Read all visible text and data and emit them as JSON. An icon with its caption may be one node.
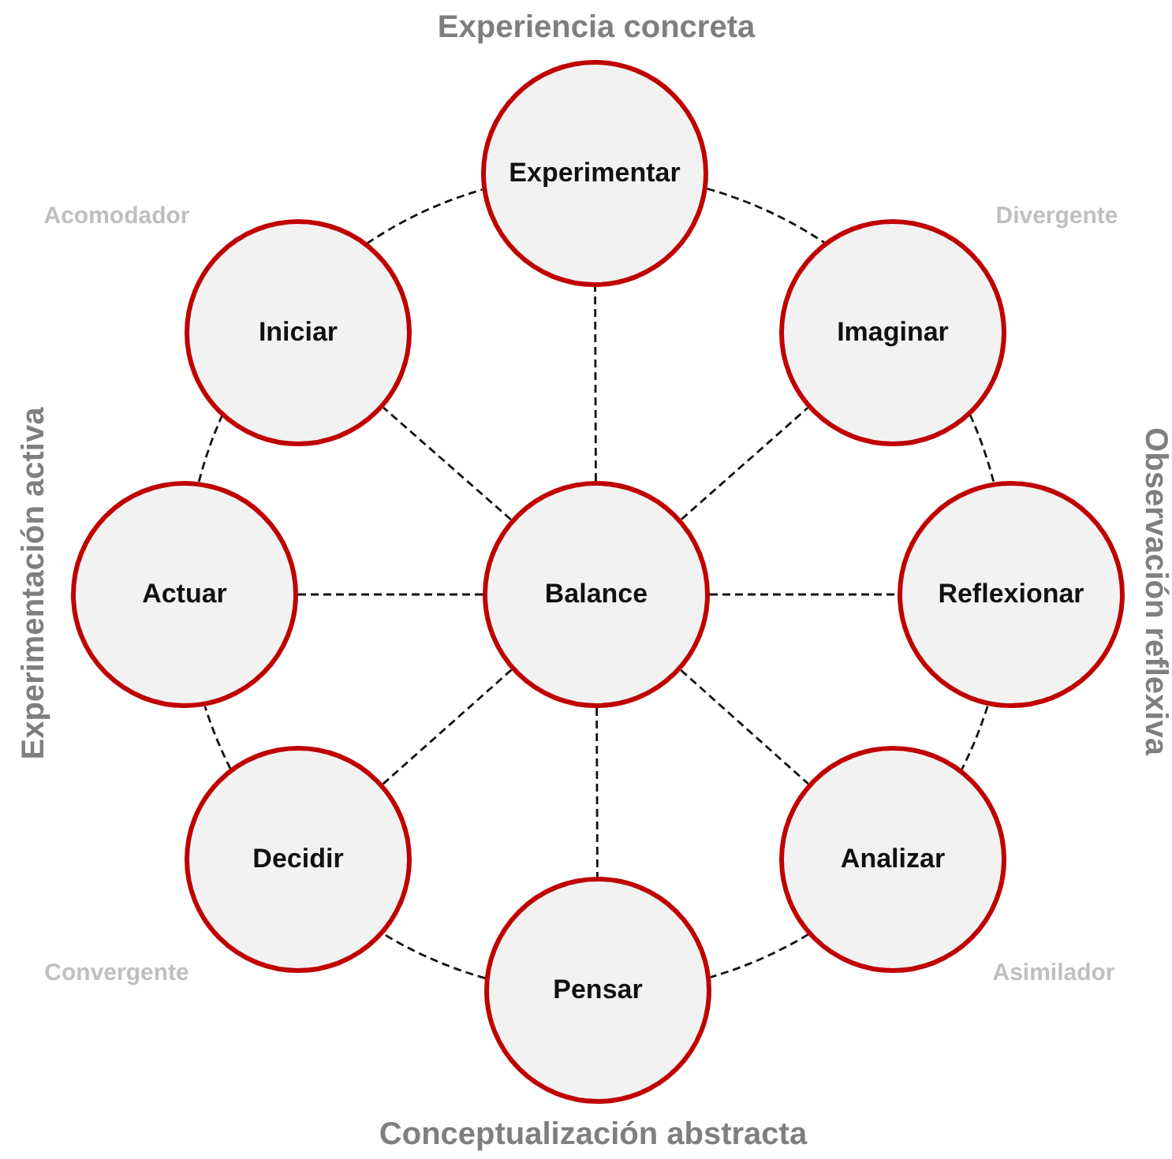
{
  "diagram": {
    "nodes": [
      {
        "text": [
          "Experimentar"
        ]
      },
      {
        "text": [
          "Iniciar"
        ]
      },
      {
        "text": [
          "Imaginar"
        ]
      },
      {
        "text": [
          "Actuar"
        ]
      },
      {
        "text": [
          "Balance"
        ]
      },
      {
        "text": [
          "Reflexionar"
        ]
      },
      {
        "text": [
          "Decidir"
        ]
      },
      {
        "text": [
          "Analizar"
        ]
      },
      {
        "text": [
          "Pensar"
        ]
      }
    ],
    "edges": [
      {
        "from": 4,
        "to": 0,
        "arrow": "none",
        "style": "dashed"
      },
      {
        "from": 4,
        "to": 2,
        "arrow": "none",
        "style": "dashed"
      },
      {
        "from": 4,
        "to": 5,
        "arrow": "none",
        "style": "dashed"
      },
      {
        "from": 4,
        "to": 7,
        "arrow": "none",
        "style": "dashed"
      },
      {
        "from": 4,
        "to": 8,
        "arrow": "none",
        "style": "dashed"
      },
      {
        "from": 4,
        "to": 6,
        "arrow": "none",
        "style": "dashed"
      },
      {
        "from": 4,
        "to": 3,
        "arrow": "none",
        "style": "dashed"
      },
      {
        "from": 4,
        "to": 1,
        "arrow": "none",
        "style": "dashed"
      },
      {
        "from": 0,
        "to": 2,
        "arrow": "none",
        "style": "dashed"
      },
      {
        "from": 2,
        "to": 5,
        "arrow": "none",
        "style": "dashed"
      },
      {
        "from": 5,
        "to": 7,
        "arrow": "none",
        "style": "dashed"
      },
      {
        "from": 7,
        "to": 8,
        "arrow": "none",
        "style": "dashed"
      },
      {
        "from": 8,
        "to": 6,
        "arrow": "none",
        "style": "dashed"
      },
      {
        "from": 6,
        "to": 3,
        "arrow": "none",
        "style": "dashed"
      },
      {
        "from": 3,
        "to": 1,
        "arrow": "none",
        "style": "dashed"
      },
      {
        "from": 1,
        "to": 0,
        "arrow": "none",
        "style": "dashed"
      }
    ],
    "labels": [
      "Experiencia concreta",
      "Acomodador",
      "Divergente",
      "Experimentación activa",
      "Observación reflexiva",
      "Convergente",
      "Asimilador",
      "Conceptualización abstracta"
    ]
  }
}
